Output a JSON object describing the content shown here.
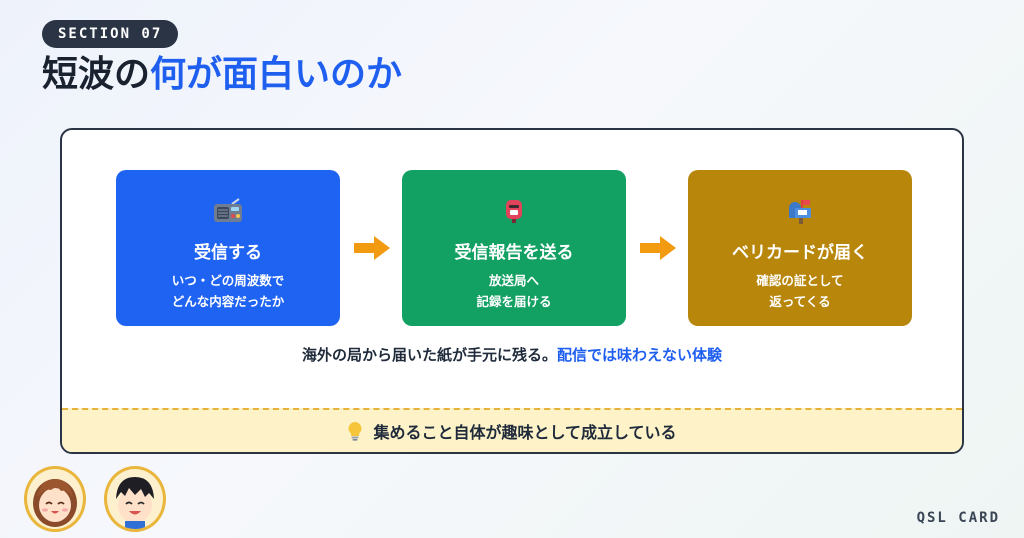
{
  "header": {
    "section_label": "SECTION 07",
    "title_part1": "短波の",
    "title_part2": "何が面白いのか"
  },
  "steps": [
    {
      "icon": "radio-icon",
      "title": "受信する",
      "desc_line1": "いつ・どの周波数で",
      "desc_line2": "どんな内容だったか",
      "color": "#1f63f2"
    },
    {
      "icon": "postbox-icon",
      "title": "受信報告を送る",
      "desc_line1": "放送局へ",
      "desc_line2": "記録を届ける",
      "color": "#12a063"
    },
    {
      "icon": "mailbox-icon",
      "title": "ベリカードが届く",
      "desc_line1": "確認の証として",
      "desc_line2": "返ってくる",
      "color": "#b8860b"
    }
  ],
  "caption": {
    "main": "海外の局から届いた紙が手元に残る。",
    "highlight": "配信では味わえない体験"
  },
  "tip": {
    "icon": "lightbulb-icon",
    "text": "集めること自体が趣味として成立している"
  },
  "footer": {
    "label": "QSL CARD"
  },
  "colors": {
    "accent_blue": "#1f5ff0",
    "dark": "#2a3444",
    "arrow": "#f29a10",
    "tip_bg": "#fdf2c8"
  }
}
